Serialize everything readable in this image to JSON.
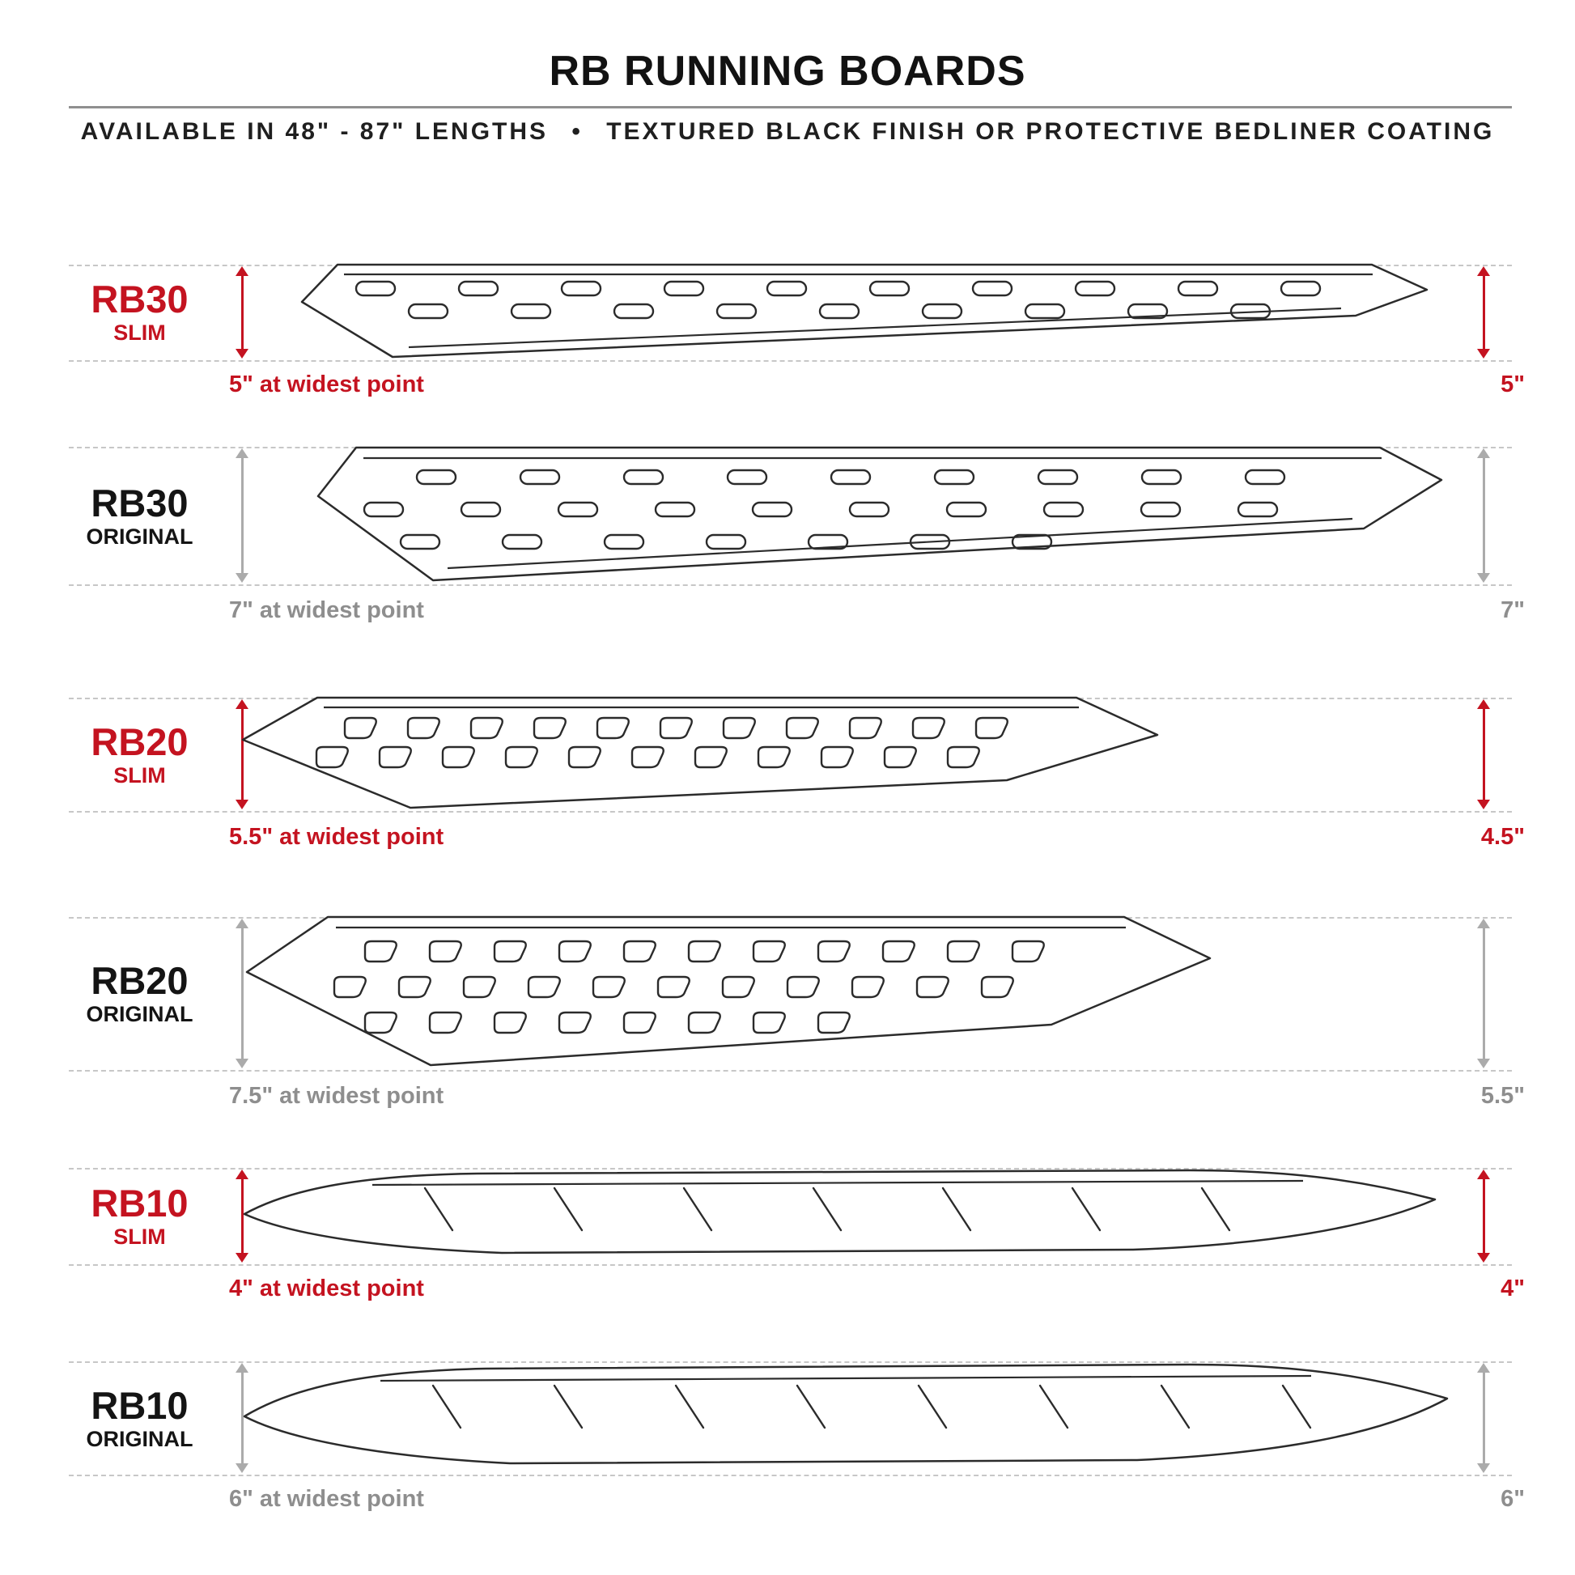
{
  "header": {
    "title": "RB RUNNING BOARDS",
    "subtitle": "AVAILABLE IN 48\" - 87\" LENGTHS  •  TEXTURED BLACK FINISH OR PROTECTIVE BEDLINER COATING"
  },
  "colors": {
    "accent_red": "#c41320",
    "neutral_gray": "#8e8e8e",
    "line_black": "#2b2b2b"
  },
  "rows": [
    {
      "model": "RB30",
      "variant": "SLIM",
      "widest": "5\" at widest point",
      "height": "5\""
    },
    {
      "model": "RB30",
      "variant": "ORIGINAL",
      "widest": "7\" at widest point",
      "height": "7\""
    },
    {
      "model": "RB20",
      "variant": "SLIM",
      "widest": "5.5\" at widest point",
      "height": "4.5\""
    },
    {
      "model": "RB20",
      "variant": "ORIGINAL",
      "widest": "7.5\" at widest point",
      "height": "5.5\""
    },
    {
      "model": "RB10",
      "variant": "SLIM",
      "widest": "4\" at widest point",
      "height": "4\""
    },
    {
      "model": "RB10",
      "variant": "ORIGINAL",
      "widest": "6\" at widest point",
      "height": "6\""
    }
  ]
}
